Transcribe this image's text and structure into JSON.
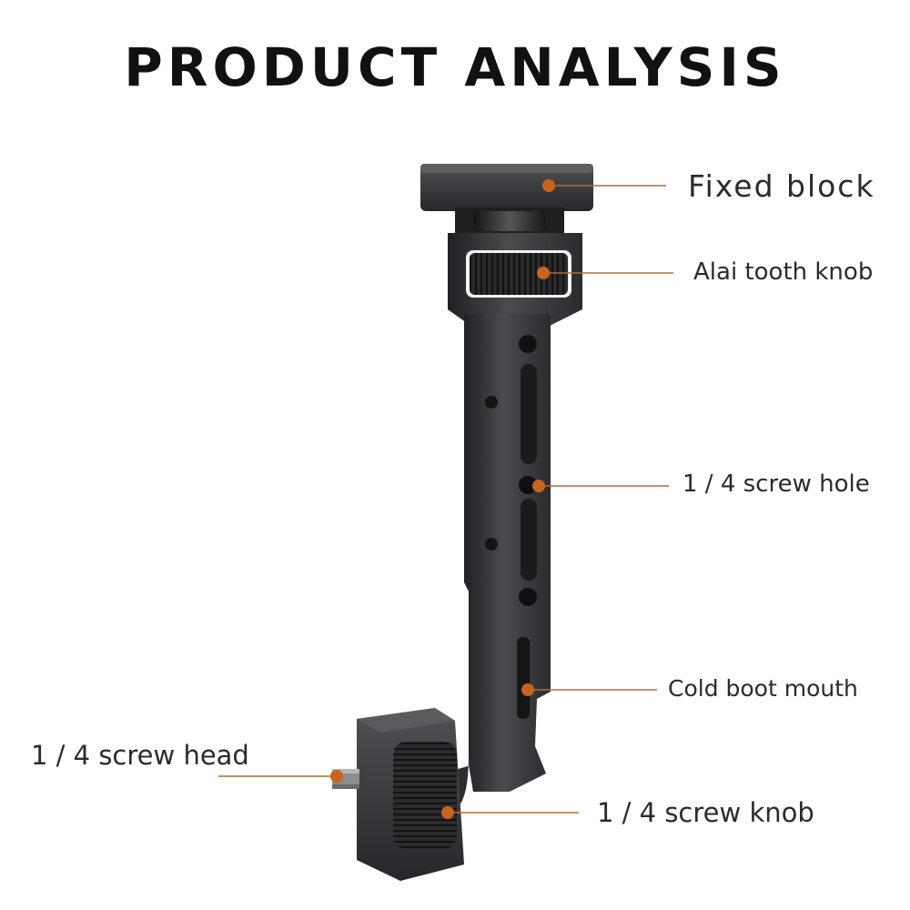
{
  "title": "PRODUCT ANALYSIS",
  "callouts": {
    "fixed_block": "Fixed block",
    "tooth_knob": "Alai tooth knob",
    "screw_hole": "1 / 4 screw hole",
    "cold_boot": "Cold boot mouth",
    "screw_head": "1 / 4 screw head",
    "screw_knob": "1 / 4 screw knob"
  },
  "colors": {
    "accent_dot": "#c8641e",
    "leader_line": "#b8682f",
    "metal": "#3a3b3e",
    "text": "#2b2b2b"
  }
}
